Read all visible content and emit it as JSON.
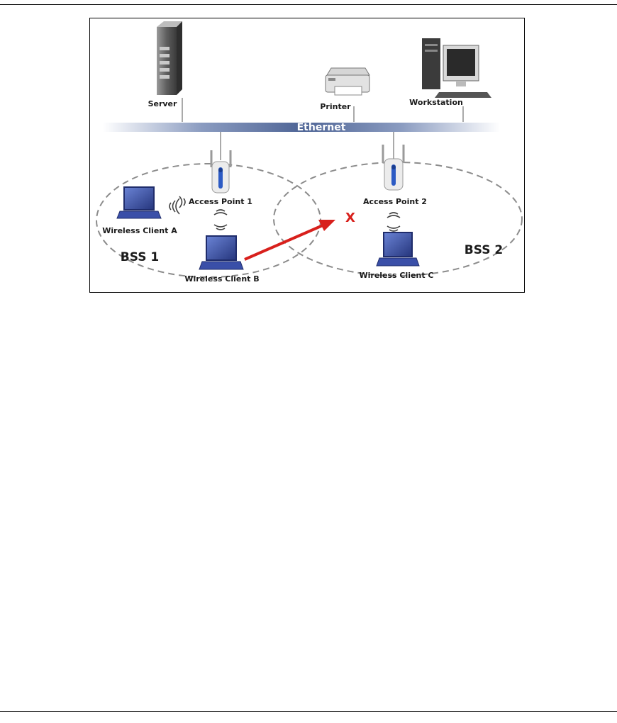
{
  "diagram": {
    "bus_label": "Ethernet",
    "devices": {
      "server": "Server",
      "printer": "Printer",
      "workstation": "Workstation",
      "access_point_1": "Access Point 1",
      "access_point_2": "Access Point 2",
      "client_a": "Wireless Client A",
      "client_b": "Wireless Client B",
      "client_c": "Wireless Client C"
    },
    "cells": {
      "bss1": "BSS 1",
      "bss2": "BSS 2"
    },
    "blocked_marker": "X"
  },
  "colors": {
    "bus": "#5a6f9a",
    "arrow": "#d8201c",
    "laptop": "#3a4fa8",
    "ap_accent": "#2d5bc4"
  }
}
